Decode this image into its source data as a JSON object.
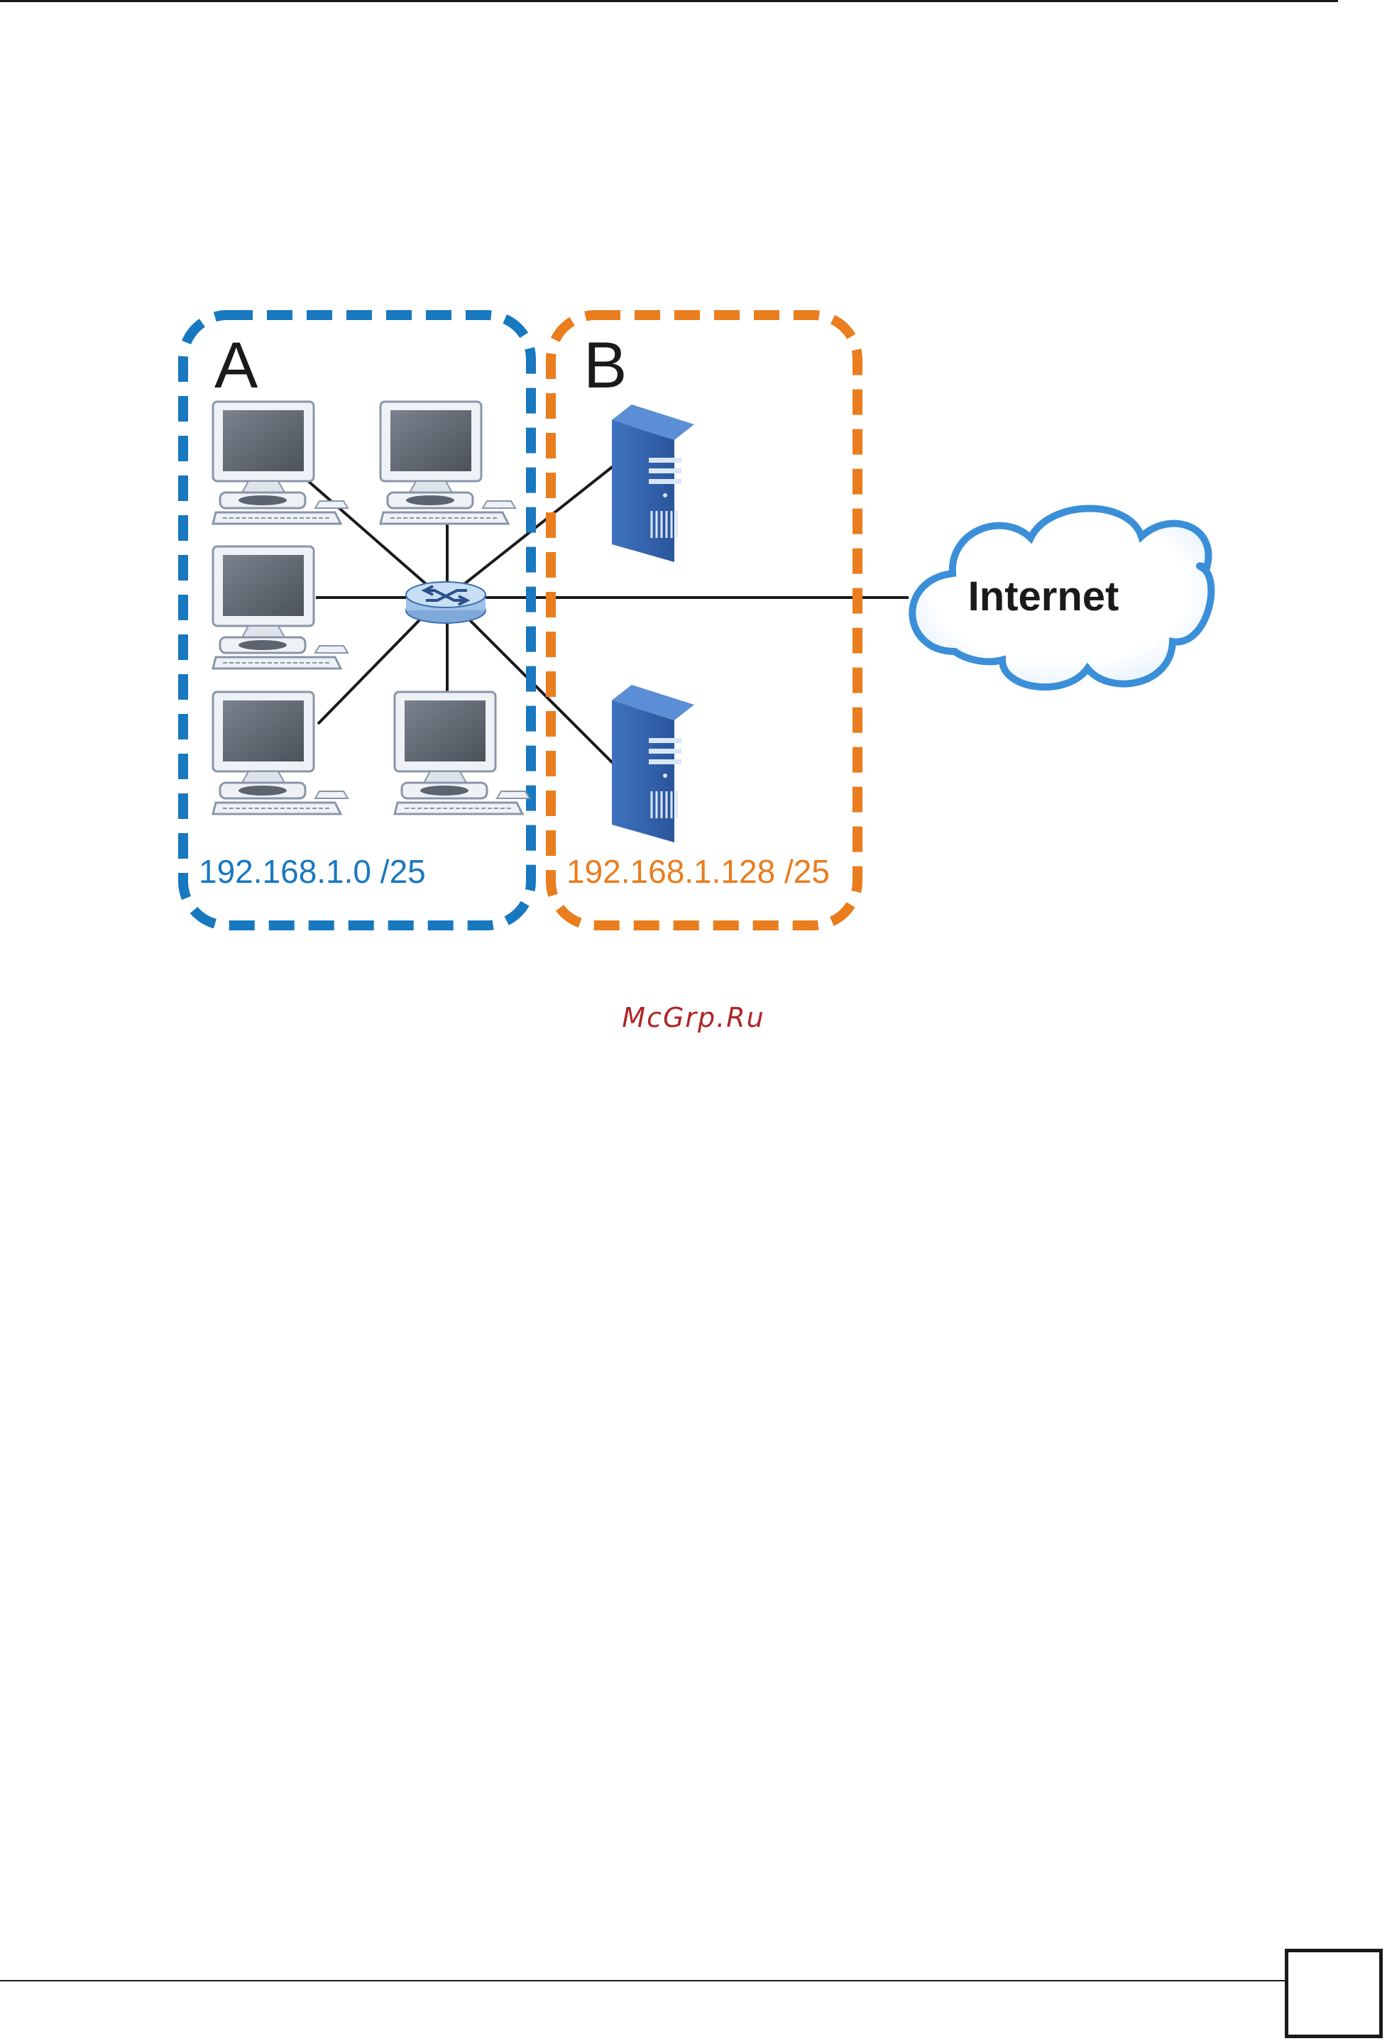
{
  "diagram": {
    "zone_a": {
      "letter": "A",
      "subnet": "192.168.1.0 /25"
    },
    "zone_b": {
      "letter": "B",
      "subnet": "192.168.1.128 /25"
    },
    "cloud": {
      "label": "Internet"
    }
  },
  "watermark": {
    "text": "McGrp.Ru"
  },
  "colors": {
    "zone_a": "#1878c0",
    "zone_b": "#ea7d1e",
    "watermark": "#b02525",
    "server": "#2f5fa8",
    "monitor_screen": "#5c6470",
    "cloud_outline": "#3a8fd8",
    "link": "#1a1a1a"
  },
  "icons": [
    "workstation-icon",
    "server-icon",
    "switch-icon",
    "cloud-icon"
  ]
}
